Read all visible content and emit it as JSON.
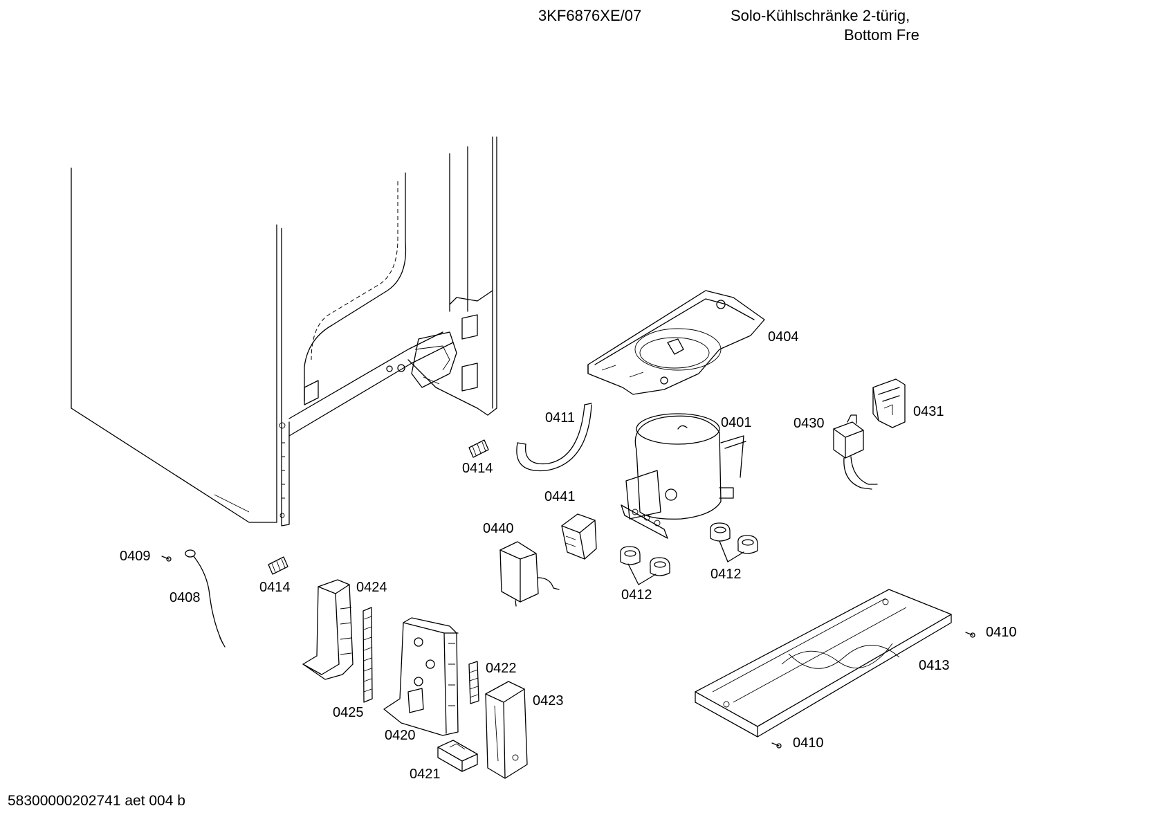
{
  "header": {
    "model": "3KF6876XE/07",
    "description_line1": "Solo-Kühlschränke 2-türig,",
    "description_line2": "Bottom Fre"
  },
  "footer": {
    "document_code": "58300000202741 aet 004 b"
  },
  "parts": [
    {
      "id": "p0404",
      "number": "0404"
    },
    {
      "id": "p0411",
      "number": "0411"
    },
    {
      "id": "p0401",
      "number": "0401"
    },
    {
      "id": "p0430",
      "number": "0430"
    },
    {
      "id": "p0431",
      "number": "0431"
    },
    {
      "id": "p0414a",
      "number": "0414"
    },
    {
      "id": "p0414b",
      "number": "0414"
    },
    {
      "id": "p0441",
      "number": "0441"
    },
    {
      "id": "p0440",
      "number": "0440"
    },
    {
      "id": "p0412a",
      "number": "0412"
    },
    {
      "id": "p0412b",
      "number": "0412"
    },
    {
      "id": "p0409",
      "number": "0409"
    },
    {
      "id": "p0408",
      "number": "0408"
    },
    {
      "id": "p0424",
      "number": "0424"
    },
    {
      "id": "p0422",
      "number": "0422"
    },
    {
      "id": "p0423",
      "number": "0423"
    },
    {
      "id": "p0425",
      "number": "0425"
    },
    {
      "id": "p0420",
      "number": "0420"
    },
    {
      "id": "p0421",
      "number": "0421"
    },
    {
      "id": "p0410a",
      "number": "0410"
    },
    {
      "id": "p0413",
      "number": "0413"
    },
    {
      "id": "p0410b",
      "number": "0410"
    }
  ]
}
